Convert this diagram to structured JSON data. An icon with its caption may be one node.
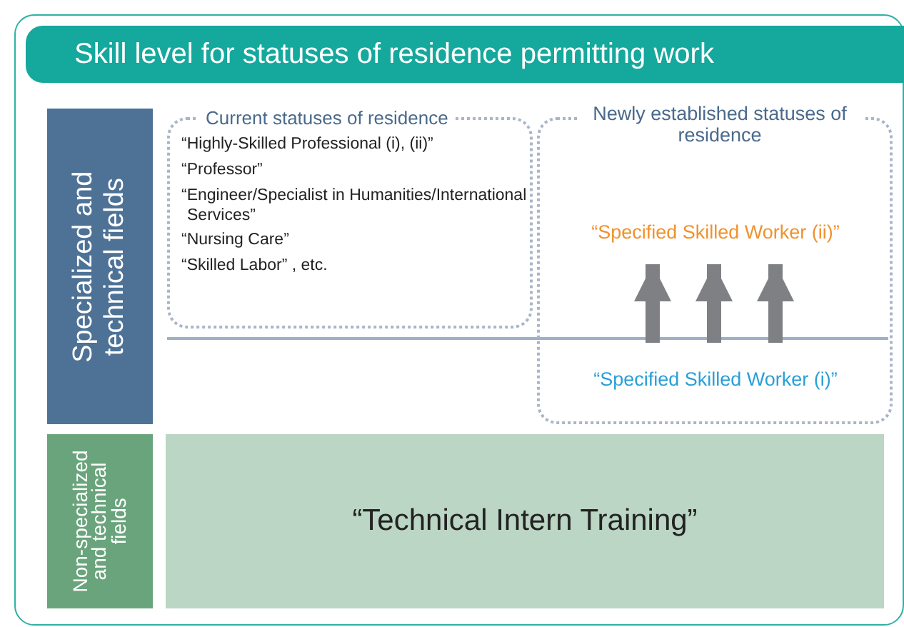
{
  "diagram": {
    "title": "Skill level for statuses of residence permitting work",
    "nodes": [
      {
        "text": [
          "Specialized and technical fields"
        ]
      },
      {
        "text": [
          "Non-specialized and technical fields"
        ]
      },
      {
        "text": [
          "Current statuses of residence",
          "“Highly-Skilled Professional (i), (ii)”",
          "“Professor”",
          "“Engineer/Specialist in Humanities/International Services”",
          "“Nursing Care”",
          "“Skilled Labor” , etc."
        ]
      },
      {
        "text": [
          "Newly established statuses of residence"
        ]
      },
      {
        "text": [
          "“Specified Skilled Worker (ii)”"
        ],
        "in": 3
      },
      {
        "text": [
          "“Specified Skilled Worker (i)”"
        ],
        "in": 3
      },
      {
        "text": [
          "“Technical Intern Training”"
        ]
      }
    ],
    "edges": [
      {
        "from": 5,
        "to": 4,
        "arrow": "to"
      },
      {
        "from": 5,
        "to": 4,
        "arrow": "to"
      },
      {
        "from": 5,
        "to": 4,
        "arrow": "to"
      }
    ]
  }
}
